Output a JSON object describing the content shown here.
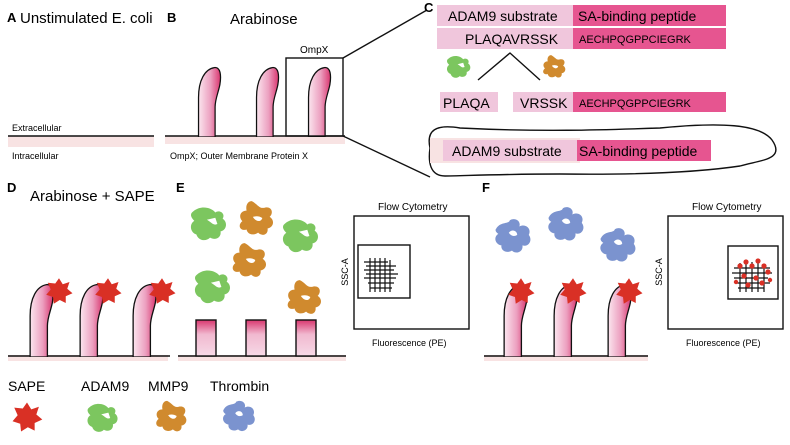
{
  "panels": {
    "A": {
      "letter": "A",
      "title": "Unstimulated E. coli",
      "extracellular": "Extracellular",
      "intracellular": "Intracellular"
    },
    "B": {
      "letter": "B",
      "title": "Arabinose",
      "ompx_label": "OmpX",
      "caption": "OmpX; Outer Membrane Protein X"
    },
    "C": {
      "letter": "C",
      "substrate": "ADAM9 substrate",
      "binding": "SA-binding peptide",
      "seq_substrate": "PLAQAVRSSK",
      "seq_binding": "AECHPQGPPCIEGRK",
      "frag_left": "PLAQA",
      "frag_right": "VRSSK",
      "frag_binding": "AECHPQGPPCIEGRK",
      "cell_substrate": "ADAM9 substrate",
      "cell_binding": "SA-binding peptide"
    },
    "D": {
      "letter": "D",
      "title": "Arabinose + SAPE"
    },
    "E": {
      "letter": "E",
      "flow_title": "Flow Cytometry",
      "ylabel": "SSC-A",
      "xlabel": "Fluorescence (PE)"
    },
    "F": {
      "letter": "F",
      "flow_title": "Flow Cytometry",
      "ylabel": "SSC-A",
      "xlabel": "Fluorescence (PE)"
    }
  },
  "legend": [
    {
      "label": "SAPE",
      "icon": "sape-icon"
    },
    {
      "label": "ADAM9",
      "icon": "adam9-icon"
    },
    {
      "label": "MMP9",
      "icon": "mmp9-icon"
    },
    {
      "label": "Thrombin",
      "icon": "thrombin-icon"
    }
  ],
  "colors": {
    "sape": "#d93025",
    "adam9": "#7cc65f",
    "mmp9": "#d08a2e",
    "thrombin": "#7b93cf",
    "stalk_dark": "#d9366f",
    "stalk_light": "#f6d9e6",
    "substrate_box": "#f0c6dc",
    "binding_box": "#e65590",
    "membrane_fill": "#f8e3e3"
  }
}
